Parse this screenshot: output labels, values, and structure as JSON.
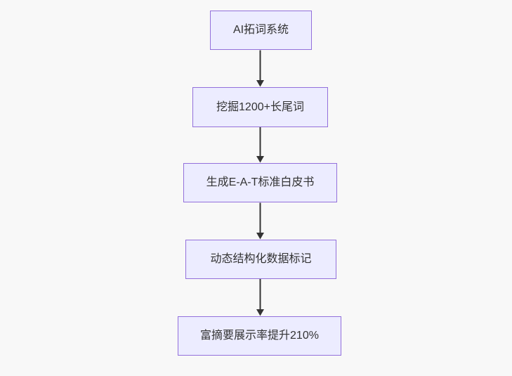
{
  "diagram": {
    "type": "flowchart",
    "direction": "top-down",
    "nodes": [
      {
        "id": "A",
        "label": "AI拓词系统"
      },
      {
        "id": "B",
        "label": "挖掘1200+长尾词"
      },
      {
        "id": "C",
        "label": "生成E-A-T标准白皮书"
      },
      {
        "id": "D",
        "label": "动态结构化数据标记"
      },
      {
        "id": "E",
        "label": "富摘要展示率提升210%"
      }
    ],
    "edges": [
      {
        "from": "A",
        "to": "B"
      },
      {
        "from": "B",
        "to": "C"
      },
      {
        "from": "C",
        "to": "D"
      },
      {
        "from": "D",
        "to": "E"
      }
    ],
    "colors": {
      "node_fill": "#ECECFF",
      "node_border": "#9370DB",
      "node_text": "#333333",
      "arrow": "#333333",
      "background": "#F8F8F8"
    }
  }
}
